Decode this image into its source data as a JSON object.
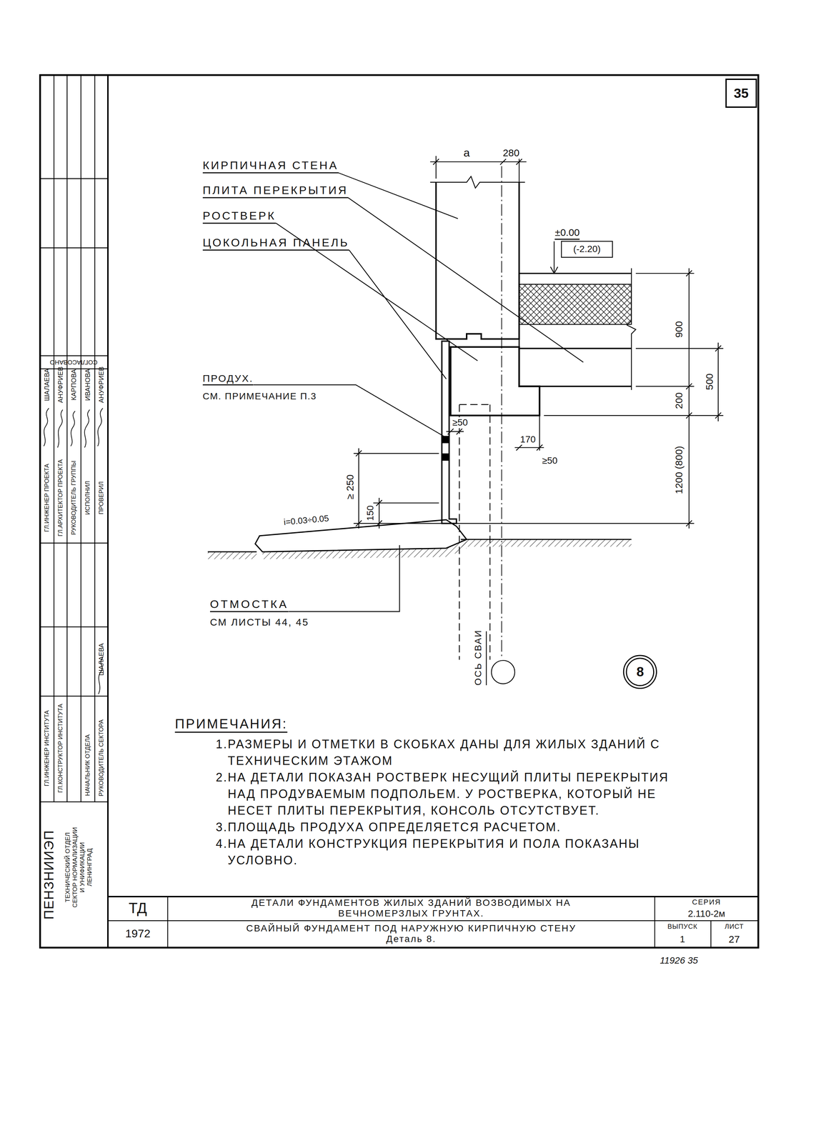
{
  "diagram": {
    "nodes": [
      {
        "text": [
          "35"
        ]
      },
      {
        "text": [
          "8"
        ]
      }
    ],
    "labels": [
      "КИРПИЧНАЯ СТЕНА",
      "ПЛИТА ПЕРЕКРЫТИЯ",
      "РОСТВЕРК",
      "ЦОКОЛЬНАЯ ПАНЕЛЬ",
      "ПРОДУХ.",
      "СМ. ПРИМЕЧАНИЕ П.3",
      "а",
      "280",
      "±0.00",
      "(-2.20)",
      "900",
      "500",
      "200",
      "1200 (800)",
      "≥50",
      "170",
      "≥50",
      "≥ 250",
      "150",
      "i=0.03÷0.05",
      "ОТМОСТКА",
      "СМ ЛИСТЫ 44, 45",
      "ОСЬ СВАИ",
      "ПРИМЕЧАНИЯ:",
      "1.РАЗМЕРЫ И ОТМЕТКИ В СКОБКАХ ДАНЫ ДЛЯ ЖИЛЫХ ЗДАНИЙ С ТЕХНИЧЕСКИМ ЭТАЖОМ",
      "2.НА ДЕТАЛИ ПОКАЗАН РОСТВЕРК НЕСУЩИЙ ПЛИТЫ ПЕРЕКРЫТИЯ НАД ПРОДУВАЕМЫМ ПОДПОЛЬЕМ. У РОСТВЕРКА, КОТОРЫЙ НЕ НЕСЕТ ПЛИТЫ ПЕРЕКРЫТИЯ, КОНСОЛЬ ОТСУТСТВУЕТ.",
      "3.ПЛОЩАДЬ ПРОДУХА ОПРЕДЕЛЯЕТСЯ РАСЧЕТОМ.",
      "4.НА ДЕТАЛИ КОНСТРУКЦИЯ ПЕРЕКРЫТИЯ И ПОЛА ПОКАЗАНЫ УСЛОВНО.",
      "ТД",
      "1972",
      "ДЕТАЛИ ФУНДАМЕНТОВ ЖИЛЫХ ЗДАНИЙ ВОЗВОДИМЫХ НА ВЕЧНОМЕРЗЛЫХ ГРУНТАХ.",
      "СВАЙНЫЙ ФУНДАМЕНТ ПОД НАРУЖНУЮ КИРПИЧНУЮ СТЕНУ Деталь 8.",
      "СЕРИЯ",
      "2.110-2м",
      "ВЫПУСК",
      "1",
      "ЛИСТ",
      "27",
      "11926 35",
      "ПЕНЗНИИЭП",
      "ТЕХНИЧЕСКИЙ ОТДЕЛ СЕКТОР НОРМАЛИЗАЦИИ И УНИФИКАЦИИ ЛЕНИНГРАД",
      "ГЛ.ИНЖЕНЕР ИНСТИТУТА",
      "ГЛ.КОНСТРУКТОР ИНСТИТУТА",
      "НАЧАЛЬНИК ОТДЕЛА",
      "РУКОВОДИТЕЛЬ СЕКТОРА",
      "ШАЛАЕВА",
      "ГЛ.ИНЖЕНЕР ПРОЕКТА",
      "ГЛ.АРХИТЕКТОР ПРОЕКТА",
      "РУКОВОДИТЕЛЬ ГРУППЫ",
      "ИСПОЛНИЛ",
      "ПРОВЕРИЛ",
      "ШАЛАЕВА",
      "АНУФРИЕВ",
      "КАРПОВА",
      "ИВАНОВА",
      "АНУФРИЕВ",
      "СОГЛАСОВАНО"
    ]
  }
}
